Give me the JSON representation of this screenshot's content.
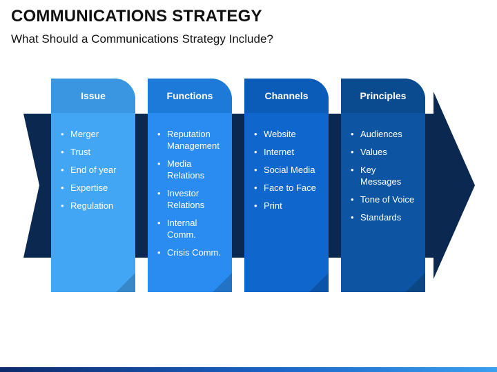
{
  "header": {
    "title": "COMMUNICATIONS STRATEGY",
    "subtitle": "What Should a Communications Strategy Include?"
  },
  "colors": {
    "arrow": "#0a2850",
    "card1_head": "#3a96e0",
    "card1_body": "#42a6f5",
    "card2_head": "#1e7ad8",
    "card2_body": "#2a8cf0",
    "card3_head": "#0a5cb8",
    "card3_body": "#0f66cc",
    "card4_head": "#0a4a8e",
    "card4_body": "#0d55a2",
    "bottom_bar": "#1a64c8"
  },
  "columns": [
    {
      "title": "Issue",
      "items": [
        "Merger",
        "Trust",
        "End of year",
        "Expertise",
        "Regulation"
      ]
    },
    {
      "title": "Functions",
      "items": [
        "Reputation Management",
        "Media Relations",
        "Investor Relations",
        "Internal Comm.",
        "Crisis Comm."
      ]
    },
    {
      "title": "Channels",
      "items": [
        "Website",
        "Internet",
        "Social Media",
        "Face to Face",
        "Print"
      ]
    },
    {
      "title": "Principles",
      "items": [
        "Audiences",
        "Values",
        "Key Messages",
        "Tone of Voice",
        "Standards"
      ]
    }
  ]
}
